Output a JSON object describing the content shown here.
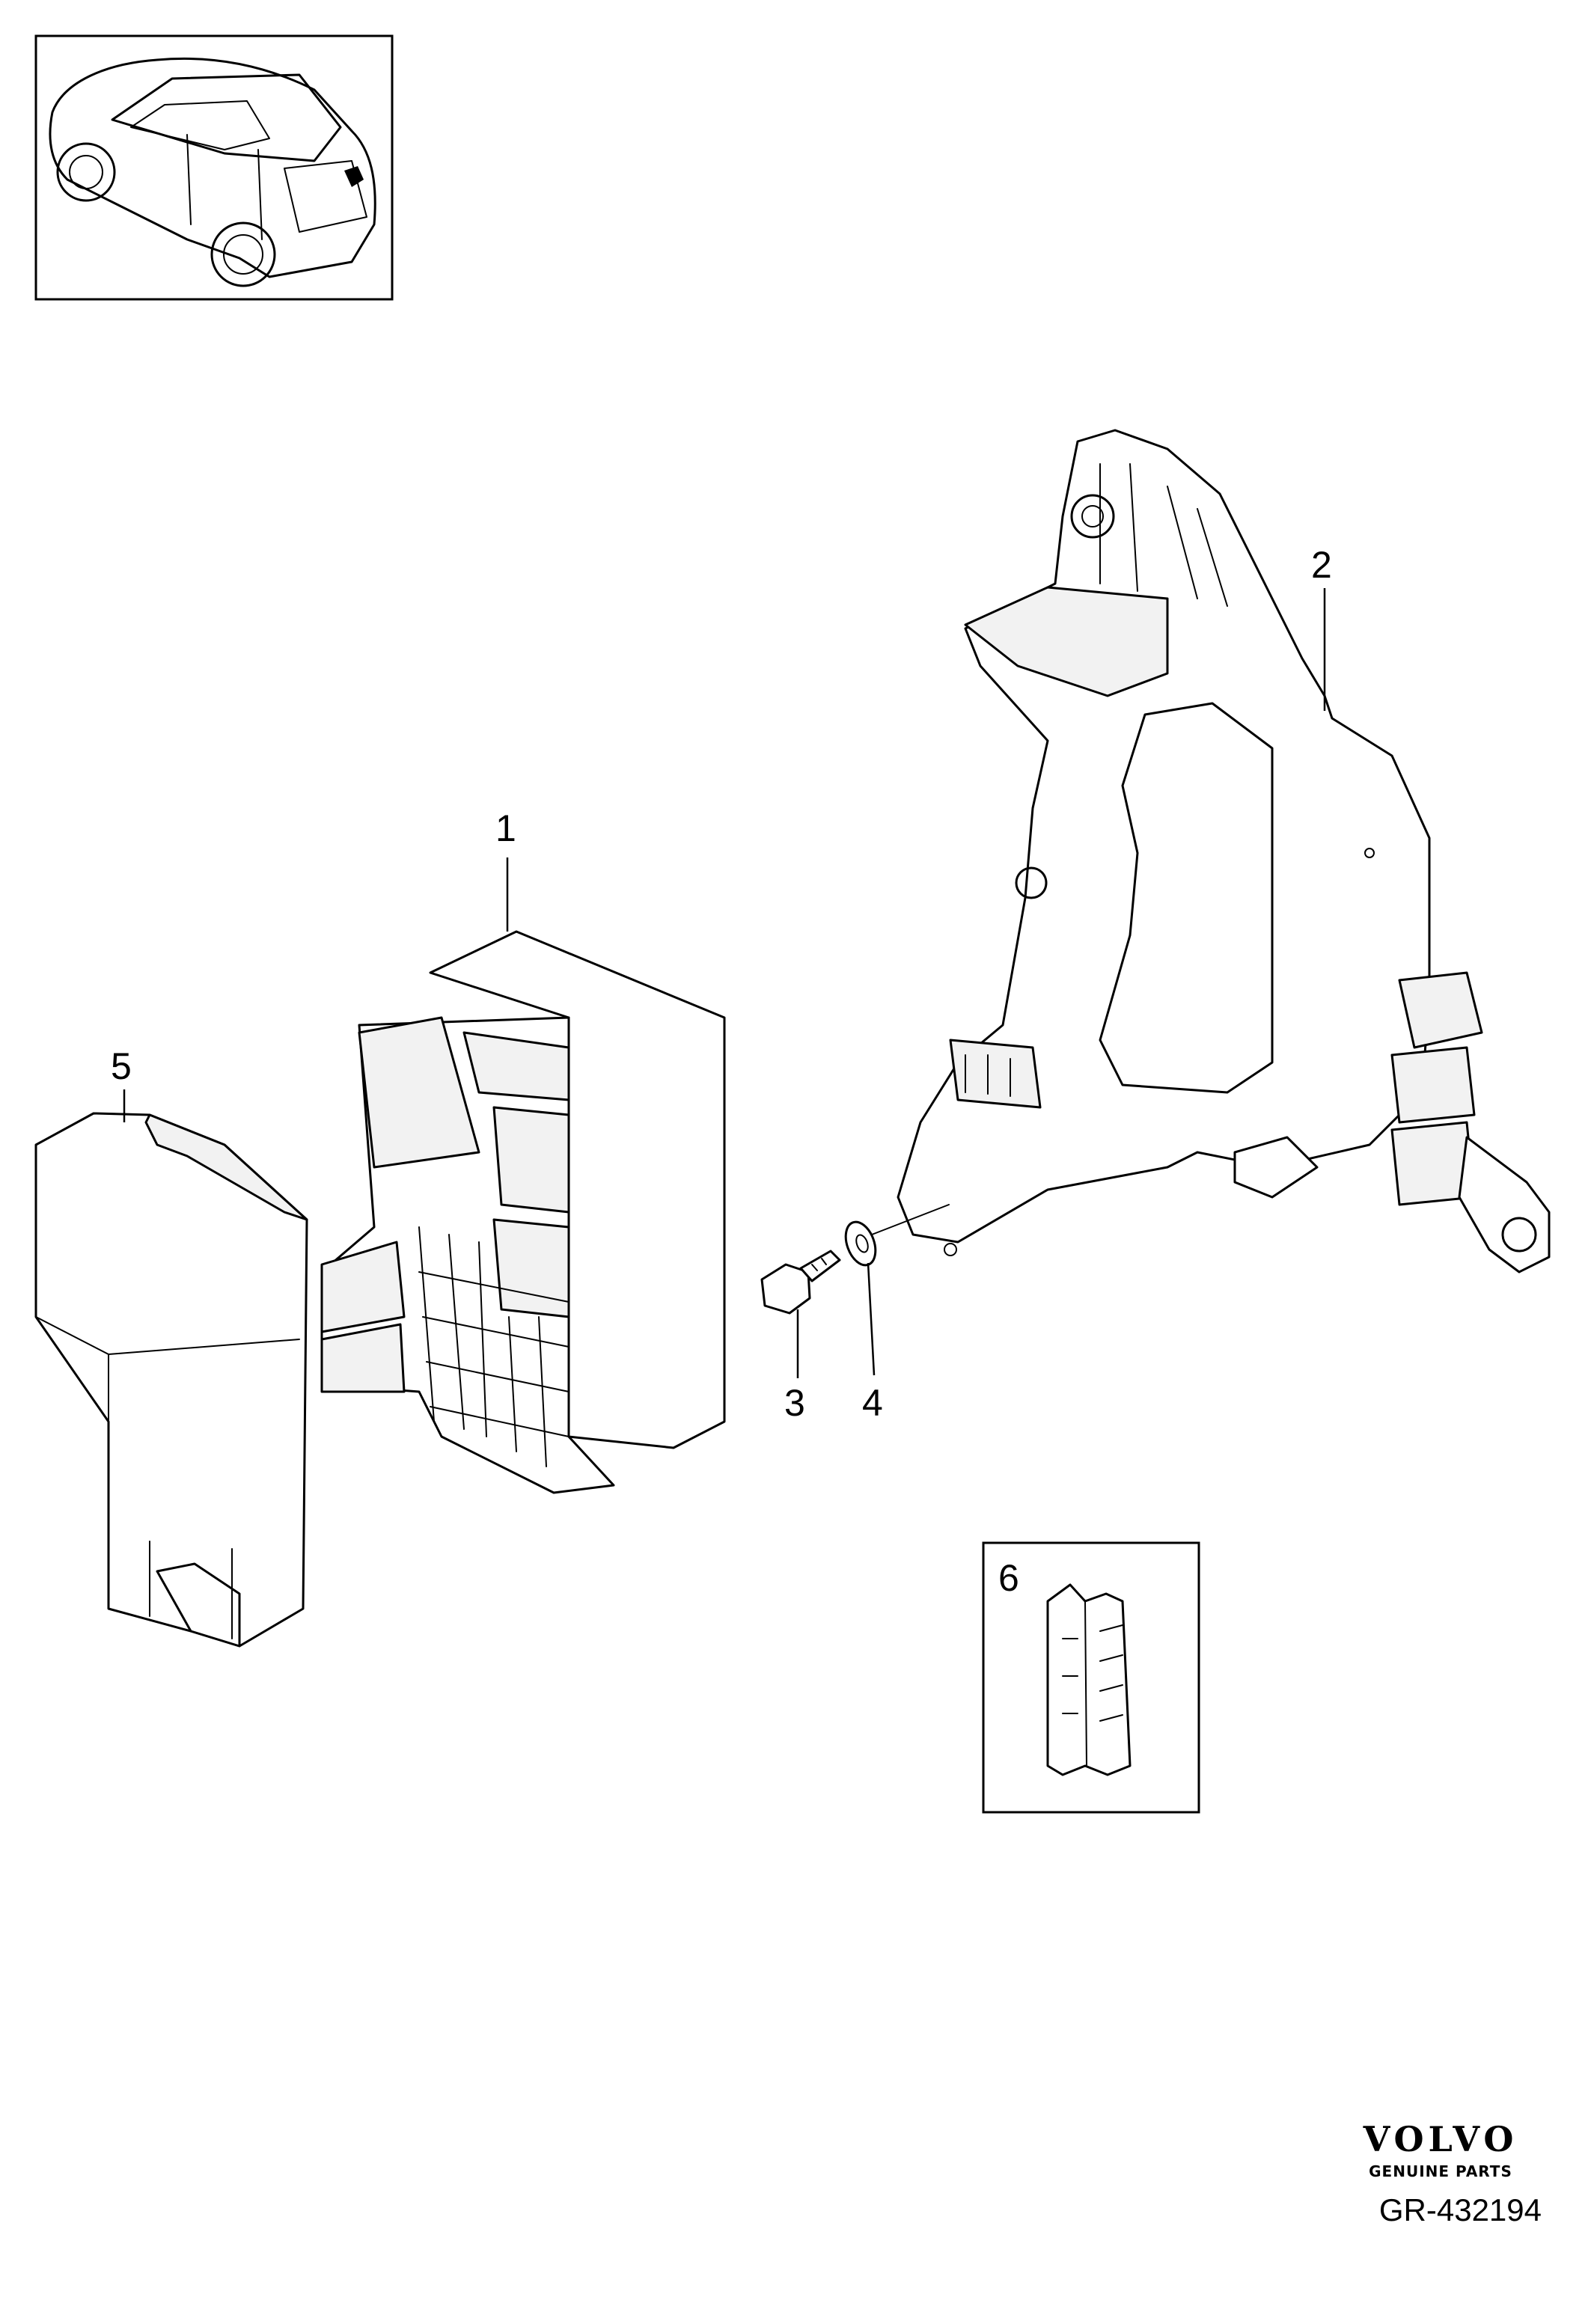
{
  "callouts": [
    "1",
    "2",
    "3",
    "4",
    "5",
    "6"
  ],
  "brand": {
    "name": "VOLVO",
    "tagline": "GENUINE PARTS"
  },
  "reference": "GR-432194",
  "icons": {
    "vehicle_locator": "suv-rear-three-quarter-icon",
    "fuse_box": "relay-fuse-box-icon",
    "bracket": "mounting-bracket-icon",
    "screw": "flange-screw-icon",
    "washer": "washer-icon",
    "cover": "fuse-box-cover-icon",
    "clip": "cable-clip-icon"
  }
}
